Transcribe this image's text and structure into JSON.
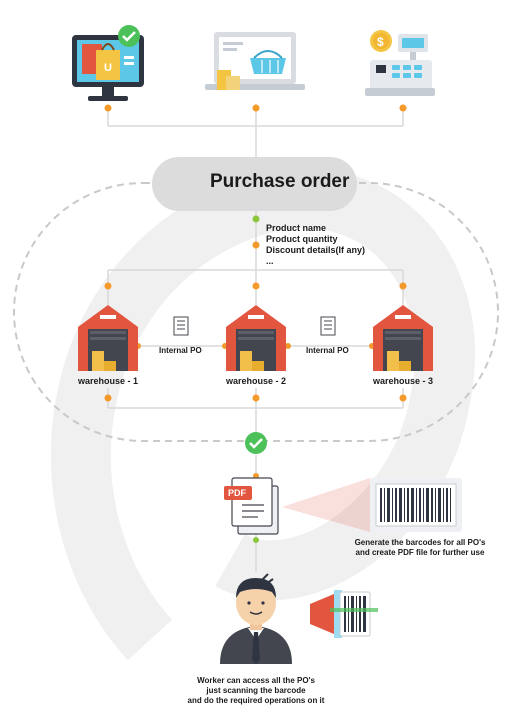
{
  "purchase_order": {
    "title": "Purchase order",
    "details": [
      "Product name",
      "Product quantity",
      "Discount details(If any)",
      "..."
    ]
  },
  "warehouses": [
    {
      "label": "warehouse - 1"
    },
    {
      "label": "warehouse - 2"
    },
    {
      "label": "warehouse - 3"
    }
  ],
  "internal_po": [
    "Internal PO",
    "Internal PO"
  ],
  "pdf": {
    "icon_text": "PDF",
    "caption": [
      "Generate the barcodes for all PO's",
      "and create PDF file for further use"
    ]
  },
  "worker": {
    "caption": [
      "Worker can access all the PO's",
      "just scanning the barcode",
      "and do the required operations on it"
    ]
  },
  "colors": {
    "connector": "#d8d8d8",
    "dot_orange": "#f39a2b",
    "dot_green": "#8dc63f",
    "check_green": "#4cc159",
    "warehouse_roof": "#e2553f",
    "boxes": "#f2c04a",
    "pill": "#dcdcdc"
  },
  "icons": [
    "shopping-bags-monitor-icon",
    "laptop-basket-icon",
    "cash-register-icon",
    "invoice-coin-icon",
    "warehouse-icon",
    "document-icon",
    "pdf-document-icon",
    "barcode-icon",
    "barcode-scanner-icon",
    "worker-avatar-icon",
    "check-icon"
  ]
}
